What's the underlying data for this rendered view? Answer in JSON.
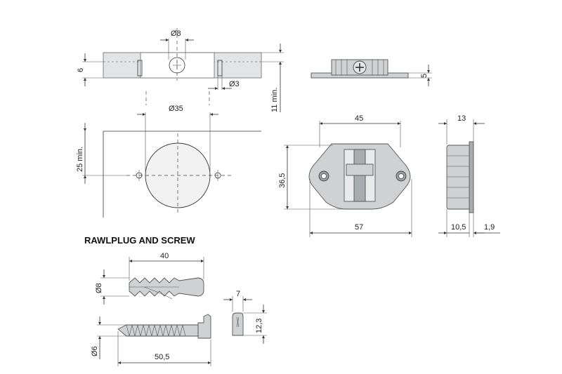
{
  "heading": "RAWLPLUG AND SCREW",
  "dimensions": {
    "hole_diameter_8": "Ø8",
    "thickness_6": "6",
    "pin_diameter_3": "Ø3",
    "depth_11_min": "11 min.",
    "height_5": "5",
    "bore_diameter_35": "Ø35",
    "edge_25_min": "25 min.",
    "width_45": "45",
    "height_36_5": "36,5",
    "length_57": "57",
    "width_13": "13",
    "depth_10_5": "10,5",
    "lip_1_9": "1,9",
    "plug_length_40": "40",
    "plug_diameter_8": "Ø8",
    "cap_width_7": "7",
    "cap_height_12_3": "12,3",
    "screw_diameter_6": "Ø6",
    "screw_length_50_5": "50,5"
  },
  "colors": {
    "part_fill": "#cfd1d3",
    "part_dark": "#a9acaf",
    "line": "#333333"
  }
}
